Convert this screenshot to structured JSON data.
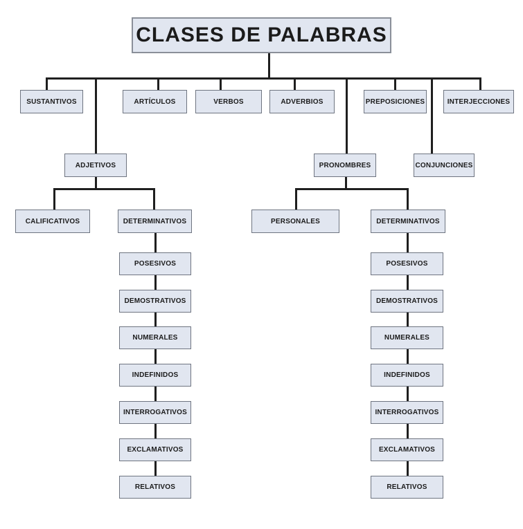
{
  "diagram": {
    "title": "CLASES DE PALABRAS",
    "word_classes": [
      "SUSTANTIVOS",
      "ARTÍCULOS",
      "VERBOS",
      "ADVERBIOS",
      "PREPOSICIONES",
      "INTERJECCIONES"
    ],
    "sub_level": {
      "adjetivos": "ADJETIVOS",
      "pronombres": "PRONOMBRES",
      "conjunciones": "CONJUNCIONES"
    },
    "adjetivos_children": {
      "calificativos": "CALIFICATIVOS",
      "determinativos": "DETERMINATIVOS"
    },
    "pronombres_children": {
      "personales": "PERSONALES",
      "determinativos": "DETERMINATIVOS"
    },
    "determinativos_types": [
      "POSESIVOS",
      "DEMOSTRATIVOS",
      "NUMERALES",
      "INDEFINIDOS",
      "INTERROGATIVOS",
      "EXCLAMATIVOS",
      "RELATIVOS"
    ],
    "hierarchy": {
      "CLASES DE PALABRAS": [
        "SUSTANTIVOS",
        "ARTÍCULOS",
        "VERBOS",
        "ADVERBIOS",
        "PREPOSICIONES",
        "INTERJECCIONES",
        "ADJETIVOS",
        "PRONOMBRES",
        "CONJUNCIONES"
      ],
      "ADJETIVOS": [
        "CALIFICATIVOS",
        "DETERMINATIVOS"
      ],
      "PRONOMBRES": [
        "PERSONALES",
        "DETERMINATIVOS"
      ],
      "DETERMINATIVOS": [
        "POSESIVOS",
        "DEMOSTRATIVOS",
        "NUMERALES",
        "INDEFINIDOS",
        "INTERROGATIVOS",
        "EXCLAMATIVOS",
        "RELATIVOS"
      ]
    },
    "colors": {
      "box_fill": "#e1e6f0",
      "box_border": "#6e7480",
      "connector": "#1f1f1f",
      "text": "#1b1b1b",
      "background": "#ffffff"
    }
  }
}
